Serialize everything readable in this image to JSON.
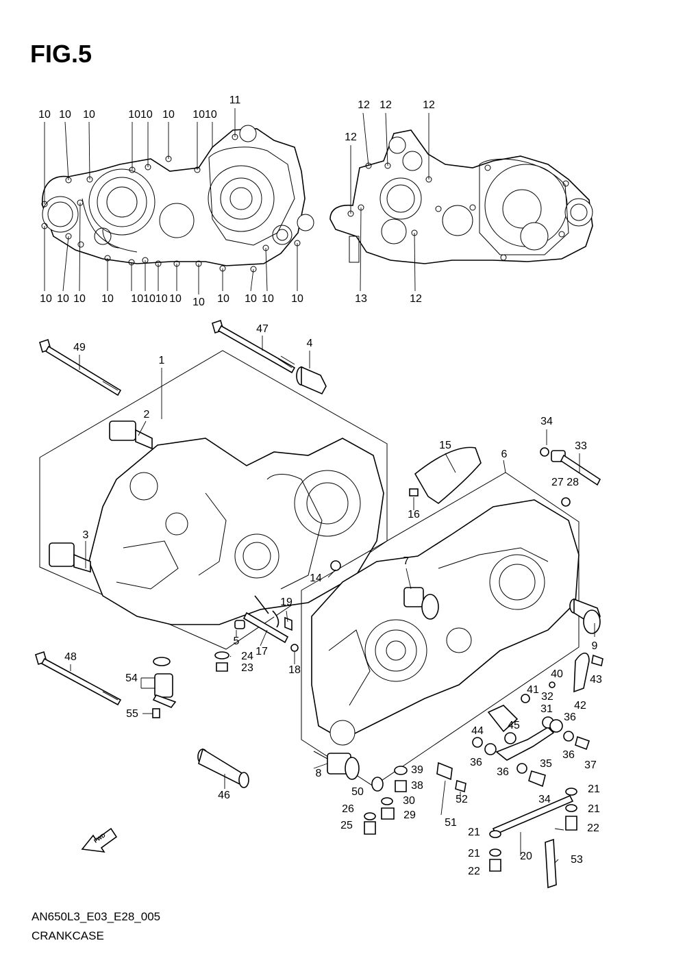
{
  "figure": {
    "title": "FIG.5",
    "code": "AN650L3_E03_E28_005",
    "name": "CRANKCASE"
  },
  "fwd_icon": {
    "label": "FWD",
    "icon": "fwd-arrow-icon"
  },
  "callouts": [
    {
      "id": "c10a",
      "label": "10"
    },
    {
      "id": "c10b",
      "label": "10"
    },
    {
      "id": "c10c",
      "label": "10"
    },
    {
      "id": "c10d",
      "label": "1010"
    },
    {
      "id": "c10e",
      "label": "10"
    },
    {
      "id": "c10f",
      "label": "1010"
    },
    {
      "id": "c11",
      "label": "11"
    },
    {
      "id": "c10g",
      "label": "10"
    },
    {
      "id": "c10h",
      "label": "10"
    },
    {
      "id": "c10i",
      "label": "10"
    },
    {
      "id": "c10j",
      "label": "10"
    },
    {
      "id": "c10k",
      "label": "101010"
    },
    {
      "id": "c10l",
      "label": "10"
    },
    {
      "id": "c10m",
      "label": "10"
    },
    {
      "id": "c10n",
      "label": "10"
    },
    {
      "id": "c10o",
      "label": "10"
    },
    {
      "id": "c10p",
      "label": "10"
    },
    {
      "id": "c10q",
      "label": "10"
    },
    {
      "id": "c12a",
      "label": "12"
    },
    {
      "id": "c12b",
      "label": "12"
    },
    {
      "id": "c12c",
      "label": "12"
    },
    {
      "id": "c12d",
      "label": "12"
    },
    {
      "id": "c13",
      "label": "13"
    },
    {
      "id": "c12e",
      "label": "12"
    },
    {
      "id": "c47",
      "label": "47"
    },
    {
      "id": "c49",
      "label": "49"
    },
    {
      "id": "c4",
      "label": "4"
    },
    {
      "id": "c1",
      "label": "1"
    },
    {
      "id": "c2",
      "label": "2"
    },
    {
      "id": "c3",
      "label": "3"
    },
    {
      "id": "c34a",
      "label": "34"
    },
    {
      "id": "c33",
      "label": "33"
    },
    {
      "id": "c15",
      "label": "15"
    },
    {
      "id": "c6",
      "label": "6"
    },
    {
      "id": "c2728",
      "label": "27 28"
    },
    {
      "id": "c16",
      "label": "16"
    },
    {
      "id": "c14",
      "label": "14"
    },
    {
      "id": "c7",
      "label": "7"
    },
    {
      "id": "c19",
      "label": "19"
    },
    {
      "id": "c5",
      "label": "5"
    },
    {
      "id": "c17",
      "label": "17"
    },
    {
      "id": "c24",
      "label": "24"
    },
    {
      "id": "c23",
      "label": "23"
    },
    {
      "id": "c18",
      "label": "18"
    },
    {
      "id": "c9",
      "label": "9"
    },
    {
      "id": "c48",
      "label": "48"
    },
    {
      "id": "c54",
      "label": "54"
    },
    {
      "id": "c55",
      "label": "55"
    },
    {
      "id": "c40",
      "label": "40"
    },
    {
      "id": "c43",
      "label": "43"
    },
    {
      "id": "c41",
      "label": "41"
    },
    {
      "id": "c32",
      "label": "32"
    },
    {
      "id": "c42",
      "label": "42"
    },
    {
      "id": "c31",
      "label": "31"
    },
    {
      "id": "c36a",
      "label": "36"
    },
    {
      "id": "c45",
      "label": "45"
    },
    {
      "id": "c44",
      "label": "44"
    },
    {
      "id": "c36b",
      "label": "36"
    },
    {
      "id": "c35",
      "label": "35"
    },
    {
      "id": "c36c",
      "label": "36"
    },
    {
      "id": "c37",
      "label": "37"
    },
    {
      "id": "c36d",
      "label": "36"
    },
    {
      "id": "c8",
      "label": "8"
    },
    {
      "id": "c39",
      "label": "39"
    },
    {
      "id": "c46",
      "label": "46"
    },
    {
      "id": "c38",
      "label": "38"
    },
    {
      "id": "c50",
      "label": "50"
    },
    {
      "id": "c30",
      "label": "30"
    },
    {
      "id": "c34b",
      "label": "34"
    },
    {
      "id": "c52",
      "label": "52"
    },
    {
      "id": "c21a",
      "label": "21"
    },
    {
      "id": "c21b",
      "label": "21"
    },
    {
      "id": "c26",
      "label": "26"
    },
    {
      "id": "c29",
      "label": "29"
    },
    {
      "id": "c51",
      "label": "51"
    },
    {
      "id": "c25",
      "label": "25"
    },
    {
      "id": "c22a",
      "label": "22"
    },
    {
      "id": "c21c",
      "label": "21"
    },
    {
      "id": "c20",
      "label": "20"
    },
    {
      "id": "c53",
      "label": "53"
    },
    {
      "id": "c21d",
      "label": "21"
    },
    {
      "id": "c22b",
      "label": "22"
    }
  ]
}
